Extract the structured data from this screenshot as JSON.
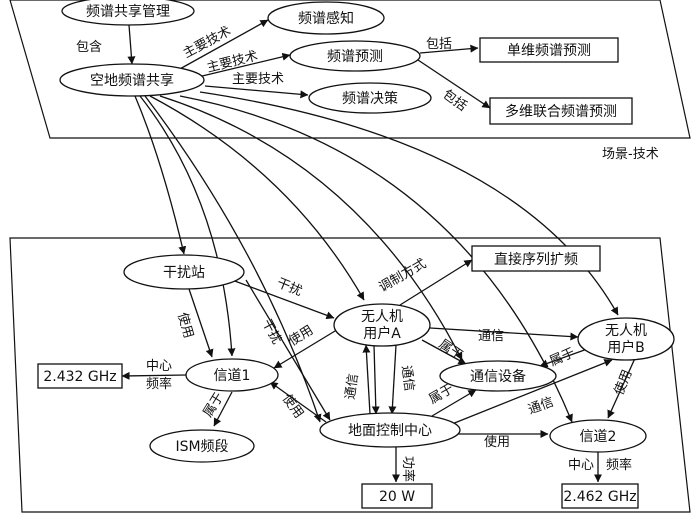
{
  "planes": {
    "top_caption": "场景-技术"
  },
  "nodes": {
    "spectrum_sharing_mgmt": "频谱共享管理",
    "space_ground_sharing": "空地频谱共享",
    "spectrum_sensing": "频谱感知",
    "spectrum_prediction": "频谱预测",
    "spectrum_decision": "频谱决策",
    "single_dim_prediction": "单维频谱预测",
    "multi_dim_prediction": "多维联合频谱预测",
    "jammer_station": "干扰站",
    "dsss": "直接序列扩频",
    "uav_a_line1": "无人机",
    "uav_a_line2": "用户A",
    "uav_b_line1": "无人机",
    "uav_b_line2": "用户B",
    "channel1": "信道1",
    "channel2": "信道2",
    "comm_equipment": "通信设备",
    "ground_control": "地面控制中心",
    "ism_band": "ISM频段",
    "freq_2432": "2.432 GHz",
    "freq_2462": "2.462 GHz",
    "power_20w": "20 W"
  },
  "edge_labels": {
    "contains": "包含",
    "main_tech_1": "主要技术",
    "main_tech_2": "主要技术",
    "main_tech_3": "主要技术",
    "include_1": "包括",
    "include_2": "包括",
    "interfere_1": "干扰",
    "interfere_2": "干扰",
    "use_1": "使用",
    "use_2": "使用",
    "use_3": "使用",
    "use_4": "使用",
    "use_5": "使用",
    "modulation": "调制方式",
    "comm_1": "通信",
    "comm_2": "通信",
    "comm_3": "通信",
    "comm_4": "通信",
    "belong_1": "属于",
    "belong_2": "属于",
    "belong_3": "属于",
    "belong_4": "属于",
    "center_freq_1a": "中心",
    "center_freq_1b": "频率",
    "center_freq_2a": "中心",
    "center_freq_2b": "频率",
    "power": "功率"
  }
}
